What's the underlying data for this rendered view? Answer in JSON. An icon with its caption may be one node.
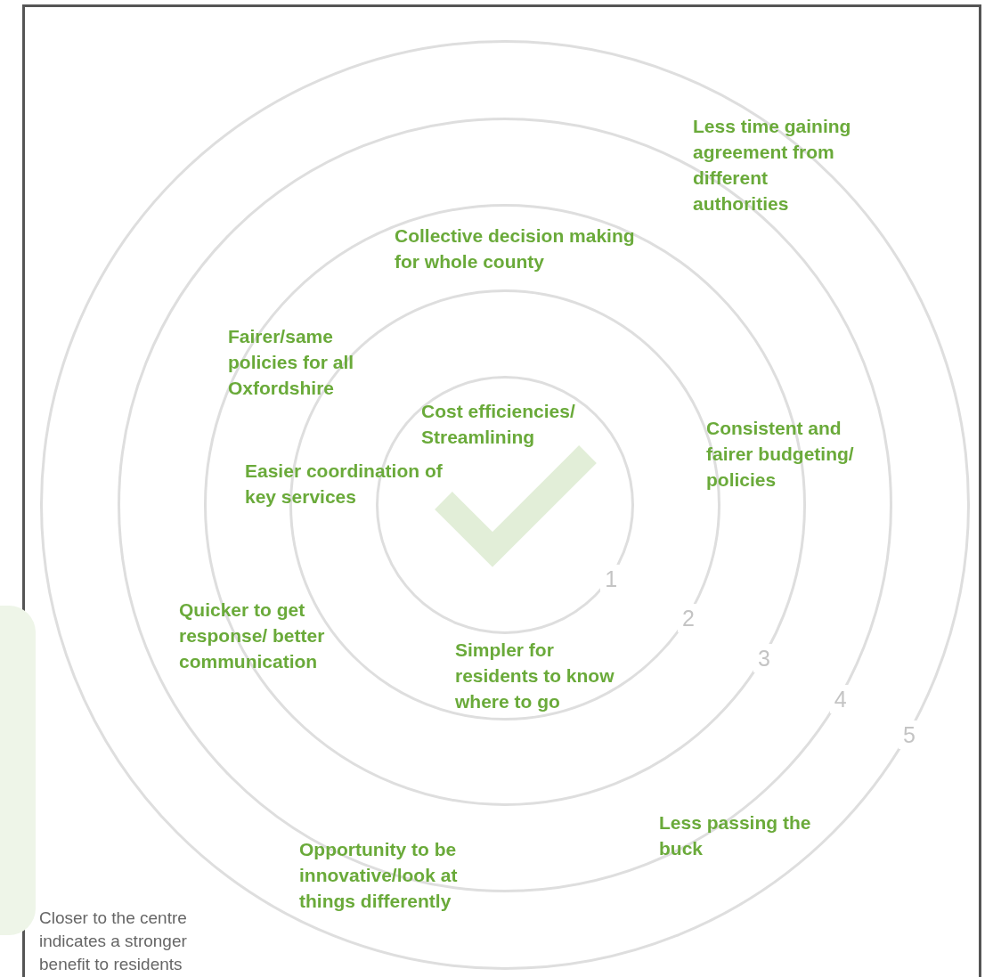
{
  "diagram": {
    "nodes": [
      {
        "text": [
          "5"
        ]
      },
      {
        "text": [
          "4"
        ],
        "in": 0
      },
      {
        "text": [
          "3"
        ],
        "in": 1
      },
      {
        "text": [
          "2"
        ],
        "in": 2
      },
      {
        "text": [
          "1"
        ],
        "in": 3
      }
    ],
    "labels": [
      "Less time gaining agreement from different authorities",
      "Collective decision making for whole county",
      "Fairer/same policies for all Oxfordshire",
      "Cost efficiencies/ Streamlining",
      "Consistent and fairer budgeting/ policies",
      "Easier coordination of key services",
      "Quicker to get response/ better communication",
      "Simpler for residents to know where to go",
      "Less passing the buck",
      "Opportunity to be innovative/look at things differently",
      "Closer to the centre indicates a stronger benefit to residents"
    ]
  }
}
